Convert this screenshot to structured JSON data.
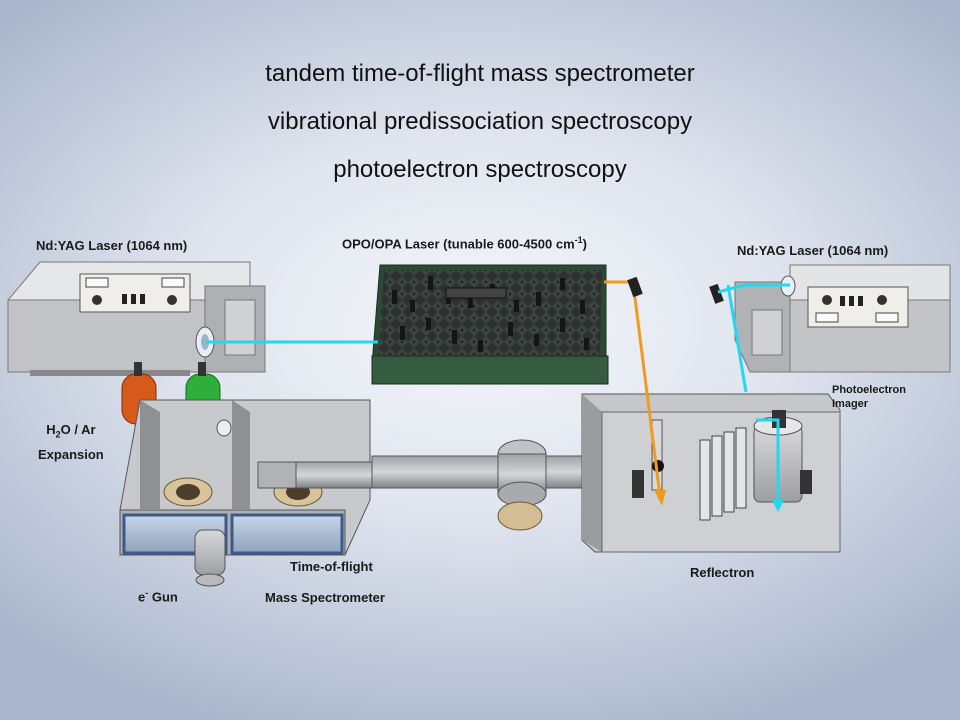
{
  "title_lines": [
    "tandem time-of-flight mass spectrometer",
    "vibrational predissociation spectroscopy",
    "photoelectron spectroscopy"
  ],
  "labels": {
    "left_laser": "Nd:YAG  Laser  (1064  nm)",
    "opo_main": "OPO/OPA  Laser  (tunable  600-4500  cm",
    "opo_sup": "-1",
    "opo_close": ")",
    "right_laser": "Nd:YAG  Laser  (1064  nm)",
    "photo_imager_line1": "Photoelectron",
    "photo_imager_line2": "Imager",
    "h2o_h": "H",
    "h2o_sub": "2",
    "h2o_rest": "O / Ar",
    "expansion": "Expansion",
    "egun_e": "e",
    "egun_sup": "-",
    "egun_rest": " Gun",
    "tof_line1": "Time-of-flight",
    "tof_line2": "Mass  Spectrometer",
    "reflectron": "Reflectron"
  },
  "colors": {
    "beam_cyan": "#22d8ee",
    "beam_orange": "#f09a1e",
    "table_green": "#2b4a34",
    "laser_body": "#cfd0d2",
    "chamber": "#bfc1c4",
    "bottle_orange": "#d85a1a",
    "bottle_green": "#2fae3a"
  }
}
